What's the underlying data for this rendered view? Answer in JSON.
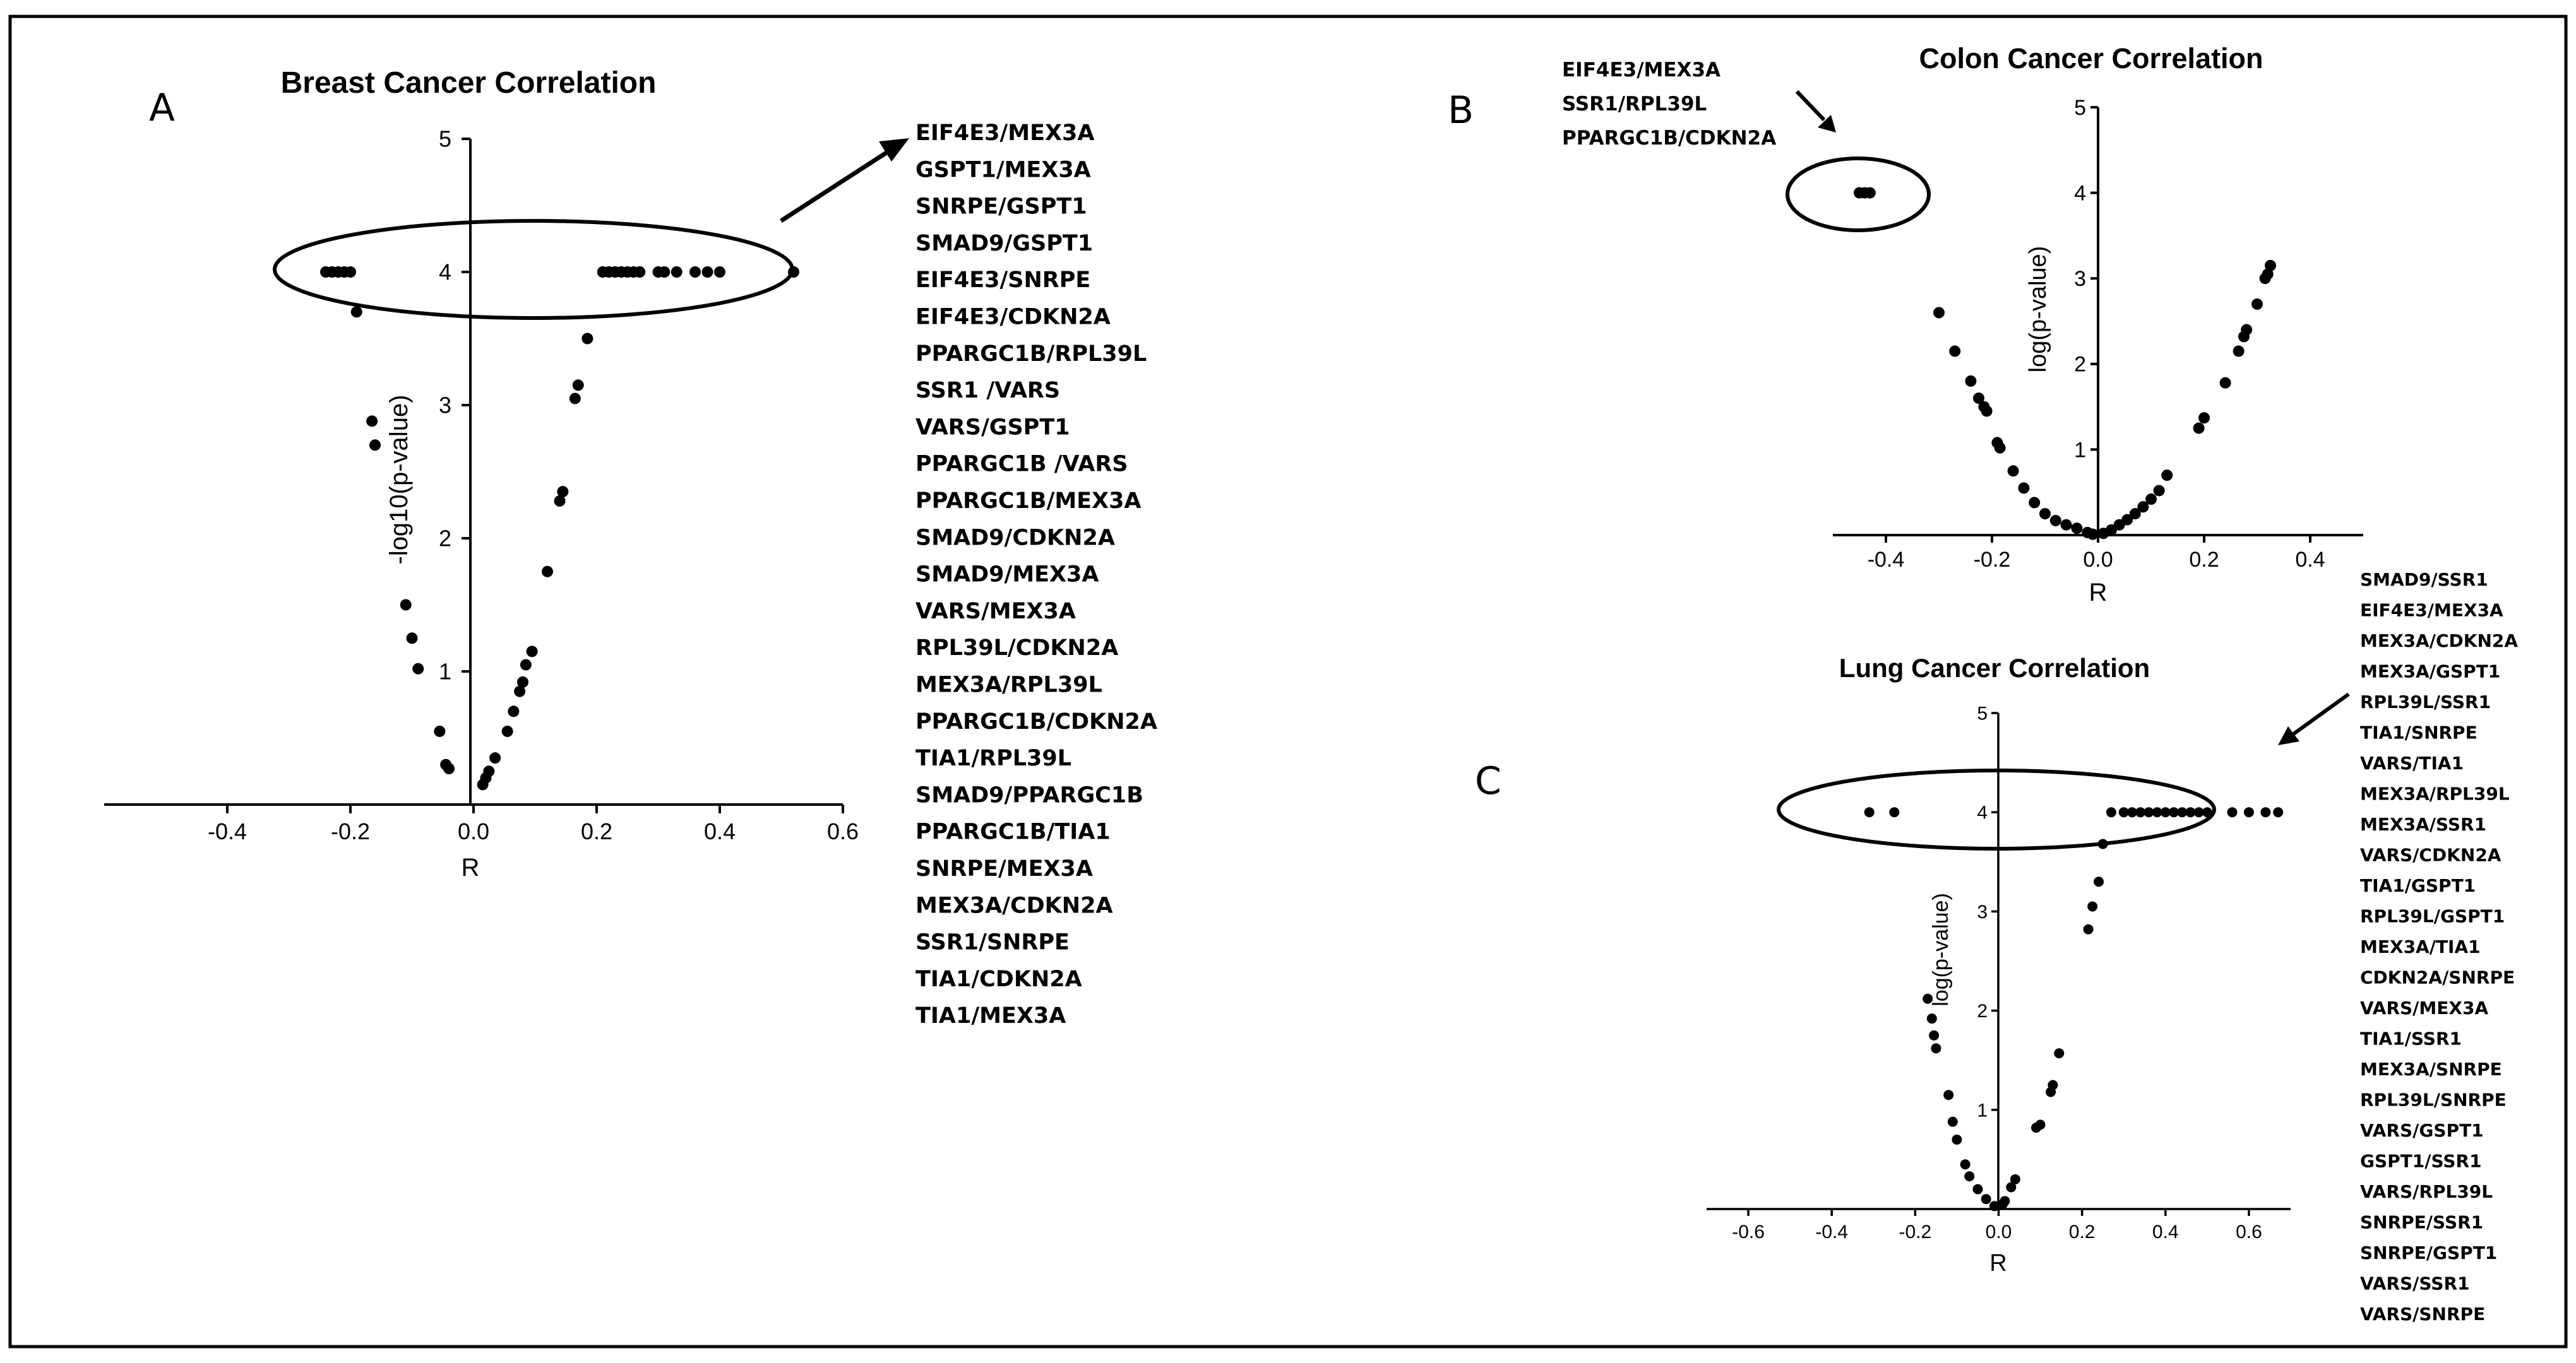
{
  "panels": {
    "A": "A",
    "B": "B",
    "C": "C"
  },
  "chart_data": [
    {
      "id": "breast",
      "type": "scatter",
      "title": "Breast Cancer Correlation",
      "xlabel": "R",
      "ylabel": "-log10(p-value)",
      "xlim": [
        -0.6,
        0.6
      ],
      "ylim": [
        0,
        5
      ],
      "xticks": [
        "-0.4",
        "-0.2",
        "0.0",
        "0.2",
        "0.4",
        "0.6"
      ],
      "xtick_values": [
        -0.4,
        -0.2,
        0.0,
        0.2,
        0.4,
        0.6
      ],
      "yticks": [
        "1",
        "2",
        "3",
        "4",
        "5"
      ],
      "ytick_values": [
        1,
        2,
        3,
        4,
        5
      ],
      "grid": false,
      "highlighted_pairs": [
        "EIF4E3/MEX3A",
        "GSPT1/MEX3A",
        "SNRPE/GSPT1",
        "SMAD9/GSPT1",
        "EIF4E3/SNRPE",
        "EIF4E3/CDKN2A",
        "PPARGC1B/RPL39L",
        "SSR1 /VARS",
        "VARS/GSPT1",
        "PPARGC1B /VARS",
        "PPARGC1B/MEX3A",
        "SMAD9/CDKN2A",
        "SMAD9/MEX3A",
        "VARS/MEX3A",
        "RPL39L/CDKN2A",
        "MEX3A/RPL39L",
        "PPARGC1B/CDKN2A",
        "TIA1/RPL39L",
        "SMAD9/PPARGC1B",
        "PPARGC1B/TIA1",
        "SNRPE/MEX3A",
        "MEX3A/CDKN2A",
        "SSR1/SNRPE",
        "TIA1/CDKN2A",
        "TIA1/MEX3A"
      ],
      "points": [
        [
          -0.24,
          4.0
        ],
        [
          -0.23,
          4.0
        ],
        [
          -0.22,
          4.0
        ],
        [
          -0.21,
          4.0
        ],
        [
          -0.2,
          4.0
        ],
        [
          0.21,
          4.0
        ],
        [
          0.22,
          4.0
        ],
        [
          0.23,
          4.0
        ],
        [
          0.24,
          4.0
        ],
        [
          0.25,
          4.0
        ],
        [
          0.26,
          4.0
        ],
        [
          0.27,
          4.0
        ],
        [
          0.3,
          4.0
        ],
        [
          0.31,
          4.0
        ],
        [
          0.33,
          4.0
        ],
        [
          0.36,
          4.0
        ],
        [
          0.38,
          4.0
        ],
        [
          0.4,
          4.0
        ],
        [
          0.52,
          4.0
        ],
        [
          -0.19,
          3.7
        ],
        [
          -0.165,
          2.88
        ],
        [
          -0.16,
          2.7
        ],
        [
          -0.11,
          1.5
        ],
        [
          -0.1,
          1.25
        ],
        [
          -0.09,
          1.02
        ],
        [
          -0.055,
          0.55
        ],
        [
          -0.045,
          0.3
        ],
        [
          -0.04,
          0.27
        ],
        [
          0.015,
          0.15
        ],
        [
          0.02,
          0.2
        ],
        [
          0.025,
          0.25
        ],
        [
          0.035,
          0.35
        ],
        [
          0.055,
          0.55
        ],
        [
          0.065,
          0.7
        ],
        [
          0.075,
          0.85
        ],
        [
          0.08,
          0.92
        ],
        [
          0.085,
          1.05
        ],
        [
          0.095,
          1.15
        ],
        [
          0.12,
          1.75
        ],
        [
          0.14,
          2.28
        ],
        [
          0.145,
          2.35
        ],
        [
          0.165,
          3.05
        ],
        [
          0.17,
          3.15
        ],
        [
          0.185,
          3.5
        ]
      ]
    },
    {
      "id": "colon",
      "type": "scatter",
      "title": "Colon Cancer Correlation",
      "xlabel": "R",
      "ylabel": "log(p-value)",
      "xlim": [
        -0.5,
        0.5
      ],
      "ylim": [
        0,
        5
      ],
      "xticks": [
        "-0.4",
        "-0.2",
        "0.0",
        "0.2",
        "0.4"
      ],
      "xtick_values": [
        -0.4,
        -0.2,
        0.0,
        0.2,
        0.4
      ],
      "yticks": [
        "1",
        "2",
        "3",
        "4",
        "5"
      ],
      "ytick_values": [
        1,
        2,
        3,
        4,
        5
      ],
      "grid": false,
      "highlighted_pairs": [
        "EIF4E3/MEX3A",
        "SSR1/RPL39L",
        "PPARGC1B/CDKN2A"
      ],
      "points": [
        [
          -0.45,
          4.0
        ],
        [
          -0.44,
          4.0
        ],
        [
          -0.43,
          4.0
        ],
        [
          -0.3,
          2.6
        ],
        [
          -0.27,
          2.15
        ],
        [
          -0.24,
          1.8
        ],
        [
          -0.225,
          1.6
        ],
        [
          -0.215,
          1.5
        ],
        [
          -0.21,
          1.45
        ],
        [
          -0.19,
          1.08
        ],
        [
          -0.185,
          1.02
        ],
        [
          -0.16,
          0.75
        ],
        [
          -0.14,
          0.55
        ],
        [
          -0.12,
          0.38
        ],
        [
          -0.1,
          0.25
        ],
        [
          -0.08,
          0.17
        ],
        [
          -0.06,
          0.12
        ],
        [
          -0.04,
          0.08
        ],
        [
          -0.02,
          0.03
        ],
        [
          -0.01,
          0.01
        ],
        [
          0.01,
          0.02
        ],
        [
          0.025,
          0.06
        ],
        [
          0.04,
          0.12
        ],
        [
          0.055,
          0.18
        ],
        [
          0.07,
          0.25
        ],
        [
          0.085,
          0.33
        ],
        [
          0.1,
          0.42
        ],
        [
          0.115,
          0.52
        ],
        [
          0.13,
          0.7
        ],
        [
          0.19,
          1.25
        ],
        [
          0.2,
          1.37
        ],
        [
          0.24,
          1.78
        ],
        [
          0.265,
          2.15
        ],
        [
          0.275,
          2.32
        ],
        [
          0.28,
          2.4
        ],
        [
          0.3,
          2.7
        ],
        [
          0.315,
          3.0
        ],
        [
          0.32,
          3.05
        ],
        [
          0.325,
          3.15
        ]
      ]
    },
    {
      "id": "lung",
      "type": "scatter",
      "title": "Lung Cancer Correlation",
      "xlabel": "R",
      "ylabel": "log(p-value)",
      "xlim": [
        -0.7,
        0.7
      ],
      "ylim": [
        0,
        5
      ],
      "xticks": [
        "-0.6",
        "-0.4",
        "-0.2",
        "0.0",
        "0.2",
        "0.4",
        "0.6"
      ],
      "xtick_values": [
        -0.6,
        -0.4,
        -0.2,
        0.0,
        0.2,
        0.4,
        0.6
      ],
      "yticks": [
        "1",
        "2",
        "3",
        "4",
        "5"
      ],
      "ytick_values": [
        1,
        2,
        3,
        4,
        5
      ],
      "grid": false,
      "highlighted_pairs": [
        "SMAD9/SSR1",
        "EIF4E3/MEX3A",
        "MEX3A/CDKN2A",
        "MEX3A/GSPT1",
        "RPL39L/SSR1",
        "TIA1/SNRPE",
        "VARS/TIA1",
        "MEX3A/RPL39L",
        "MEX3A/SSR1",
        "VARS/CDKN2A",
        "TIA1/GSPT1",
        "RPL39L/GSPT1",
        "MEX3A/TIA1",
        "CDKN2A/SNRPE",
        "VARS/MEX3A",
        "TIA1/SSR1",
        "MEX3A/SNRPE",
        "RPL39L/SNRPE",
        "VARS/GSPT1",
        "GSPT1/SSR1",
        "VARS/RPL39L",
        "SNRPE/SSR1",
        "SNRPE/GSPT1",
        "VARS/SSR1",
        "VARS/SNRPE"
      ],
      "points": [
        [
          -0.31,
          4.0
        ],
        [
          -0.25,
          4.0
        ],
        [
          0.27,
          4.0
        ],
        [
          0.3,
          4.0
        ],
        [
          0.32,
          4.0
        ],
        [
          0.34,
          4.0
        ],
        [
          0.36,
          4.0
        ],
        [
          0.38,
          4.0
        ],
        [
          0.4,
          4.0
        ],
        [
          0.42,
          4.0
        ],
        [
          0.44,
          4.0
        ],
        [
          0.46,
          4.0
        ],
        [
          0.48,
          4.0
        ],
        [
          0.5,
          4.0
        ],
        [
          0.56,
          4.0
        ],
        [
          0.6,
          4.0
        ],
        [
          0.64,
          4.0
        ],
        [
          0.67,
          4.0
        ],
        [
          0.25,
          3.68
        ],
        [
          0.24,
          3.3
        ],
        [
          0.225,
          3.05
        ],
        [
          0.215,
          2.82
        ],
        [
          0.145,
          1.57
        ],
        [
          0.13,
          1.25
        ],
        [
          0.125,
          1.18
        ],
        [
          0.1,
          0.85
        ],
        [
          0.09,
          0.82
        ],
        [
          0.04,
          0.3
        ],
        [
          0.03,
          0.22
        ],
        [
          0.015,
          0.08
        ],
        [
          0.01,
          0.05
        ],
        [
          -0.17,
          2.12
        ],
        [
          -0.16,
          1.92
        ],
        [
          -0.155,
          1.75
        ],
        [
          -0.15,
          1.62
        ],
        [
          -0.12,
          1.15
        ],
        [
          -0.11,
          0.88
        ],
        [
          -0.1,
          0.7
        ],
        [
          -0.08,
          0.45
        ],
        [
          -0.07,
          0.33
        ],
        [
          -0.05,
          0.2
        ],
        [
          -0.03,
          0.1
        ],
        [
          -0.01,
          0.03
        ]
      ]
    }
  ]
}
